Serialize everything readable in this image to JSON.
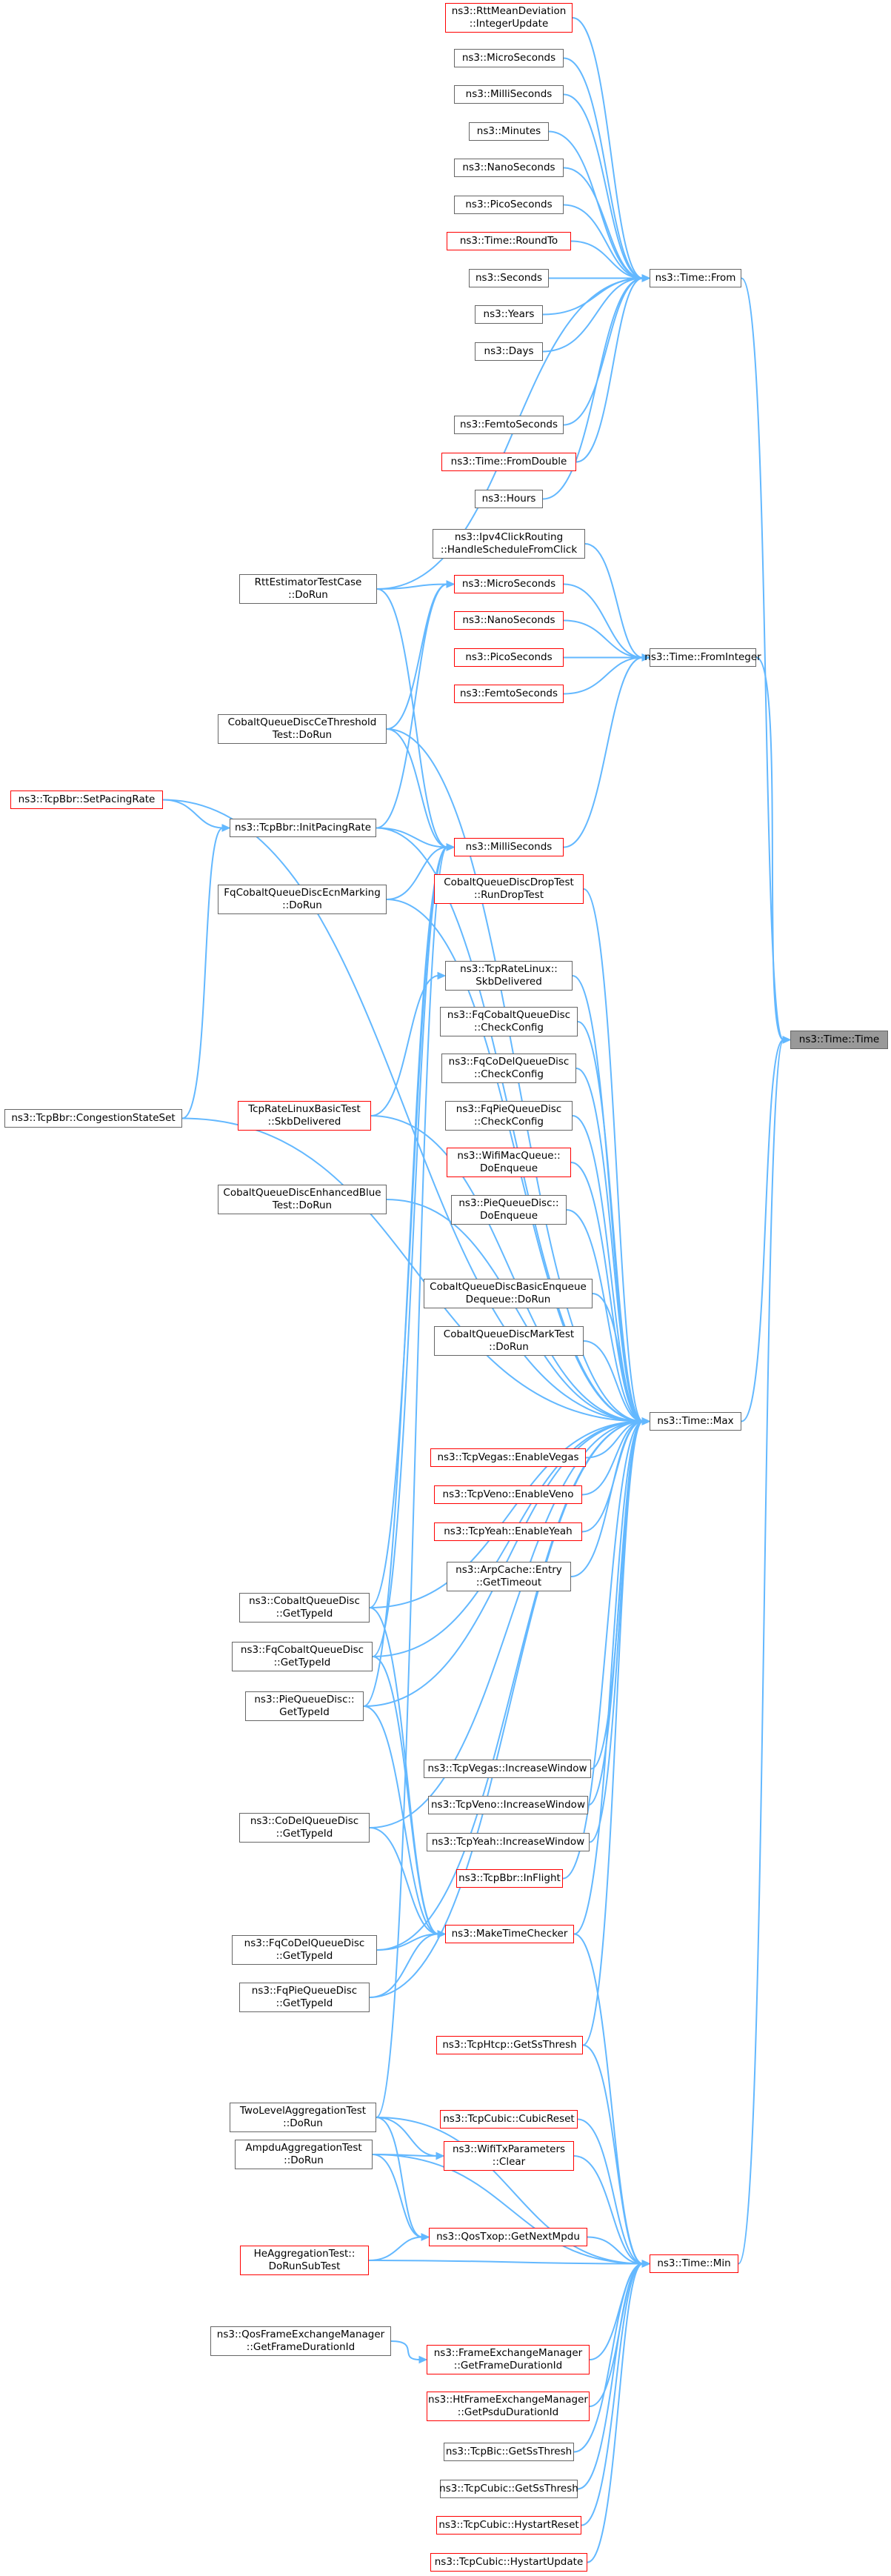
{
  "graph": {
    "colors": {
      "edge": "#63B8FF",
      "node_border": "#666666",
      "truncated_border": "#ff0000",
      "focus_fill": "#999999"
    },
    "nodes": {
      "focus": "ns3::Time::Time",
      "from": "ns3::Time::From",
      "frominteger": "ns3::Time::FromInteger",
      "max": "ns3::Time::Max",
      "min": "ns3::Time::Min",
      "rttmean": "ns3::RttMeanDeviation\n::IntegerUpdate",
      "f_micro": "ns3::MicroSeconds",
      "f_milli": "ns3::MilliSeconds",
      "f_minutes": "ns3::Minutes",
      "f_nano": "ns3::NanoSeconds",
      "f_pico": "ns3::PicoSeconds",
      "f_roundto": "ns3::Time::RoundTo",
      "f_seconds": "ns3::Seconds",
      "f_years": "ns3::Years",
      "f_days": "ns3::Days",
      "f_femto": "ns3::FemtoSeconds",
      "f_fromdouble": "ns3::Time::FromDouble",
      "f_hours": "ns3::Hours",
      "ipv4click": "ns3::Ipv4ClickRouting\n::HandleScheduleFromClick",
      "i_micro": "ns3::MicroSeconds",
      "i_nano": "ns3::NanoSeconds",
      "i_pico": "ns3::PicoSeconds",
      "i_femto": "ns3::FemtoSeconds",
      "i_milli": "ns3::MilliSeconds",
      "rttest": "RttEstimatorTestCase\n::DoRun",
      "cobaltce": "CobaltQueueDiscCeThreshold\nTest::DoRun",
      "tcpbbr_setpacing": "ns3::TcpBbr::SetPacingRate",
      "tcpbbr_initpacing": "ns3::TcpBbr::InitPacingRate",
      "fqcobaltecn": "FqCobaltQueueDiscEcnMarking\n::DoRun",
      "cobaltdrop": "CobaltQueueDiscDropTest\n::RunDropTest",
      "tcpratelinux": "ns3::TcpRateLinux::\nSkbDelivered",
      "fqcobalt_check": "ns3::FqCobaltQueueDisc\n::CheckConfig",
      "fqcodel_check": "ns3::FqCoDelQueueDisc\n::CheckConfig",
      "fqpie_check": "ns3::FqPieQueueDisc\n::CheckConfig",
      "wifimac_enq": "ns3::WifiMacQueue::\nDoEnqueue",
      "pie_enq": "ns3::PieQueueDisc::\nDoEnqueue",
      "tcpbbr_congestion": "ns3::TcpBbr::CongestionStateSet",
      "tcprate_test": "TcpRateLinuxBasicTest\n::SkbDelivered",
      "cobaltblue": "CobaltQueueDiscEnhancedBlue\nTest::DoRun",
      "cobaltbasic": "CobaltQueueDiscBasicEnqueue\nDequeue::DoRun",
      "cobaltmark": "CobaltQueueDiscMarkTest\n::DoRun",
      "tcpvegas_enable": "ns3::TcpVegas::EnableVegas",
      "tcpveno_enable": "ns3::TcpVeno::EnableVeno",
      "tcpyeah_enable": "ns3::TcpYeah::EnableYeah",
      "arpcache": "ns3::ArpCache::Entry\n::GetTimeout",
      "cobalt_typeid": "ns3::CobaltQueueDisc\n::GetTypeId",
      "fqcobalt_typeid": "ns3::FqCobaltQueueDisc\n::GetTypeId",
      "pie_typeid": "ns3::PieQueueDisc::\nGetTypeId",
      "tcpvegas_inc": "ns3::TcpVegas::IncreaseWindow",
      "tcpveno_inc": "ns3::TcpVeno::IncreaseWindow",
      "tcpyeah_inc": "ns3::TcpYeah::IncreaseWindow",
      "codel_typeid": "ns3::CoDelQueueDisc\n::GetTypeId",
      "tcpbbr_inflight": "ns3::TcpBbr::InFlight",
      "maketimechecker": "ns3::MakeTimeChecker",
      "fqcodel_typeid": "ns3::FqCoDelQueueDisc\n::GetTypeId",
      "fqpie_typeid": "ns3::FqPieQueueDisc\n::GetTypeId",
      "tcphtcp": "ns3::TcpHtcp::GetSsThresh",
      "twolevel": "TwoLevelAggregationTest\n::DoRun",
      "tcpcubic_reset": "ns3::TcpCubic::CubicReset",
      "wifitx_clear": "ns3::WifiTxParameters\n::Clear",
      "ampdu": "AmpduAggregationTest\n::DoRun",
      "qostxop": "ns3::QosTxop::GetNextMpdu",
      "heagg": "HeAggregationTest::\nDoRunSubTest",
      "qosframe": "ns3::QosFrameExchangeManager\n::GetFrameDurationId",
      "frameexch": "ns3::FrameExchangeManager\n::GetFrameDurationId",
      "htframe": "ns3::HtFrameExchangeManager\n::GetPsduDurationId",
      "tcpbic": "ns3::TcpBic::GetSsThresh",
      "tcpcubic_ss": "ns3::TcpCubic::GetSsThresh",
      "tcpcubic_hyreset": "ns3::TcpCubic::HystartReset",
      "tcpcubic_hyupdate": "ns3::TcpCubic::HystartUpdate"
    }
  }
}
